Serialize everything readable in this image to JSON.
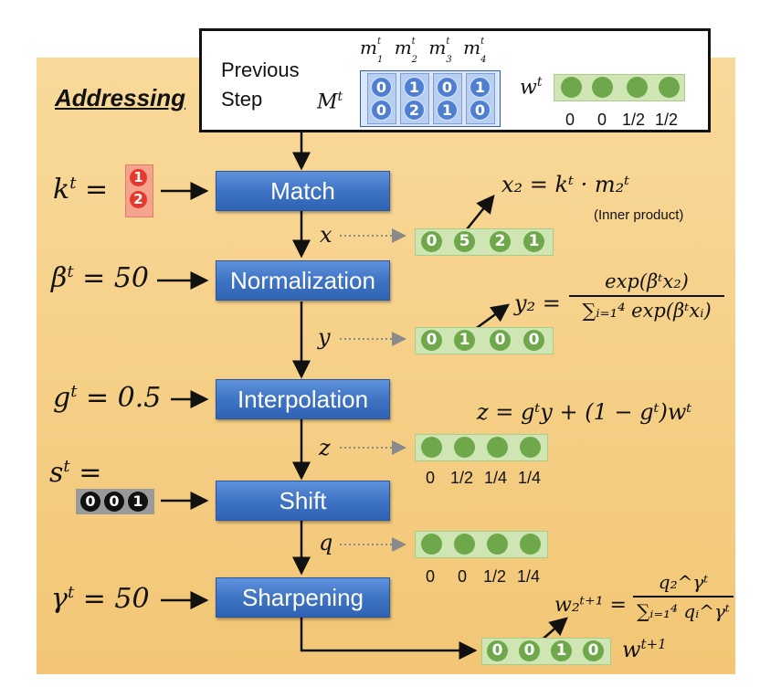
{
  "title": "Addressing",
  "previous_step": {
    "label_line1": "Previous",
    "label_line2": "Step",
    "memory_label": "M",
    "memory_sup": "t",
    "columns": [
      {
        "name": "m",
        "sub": "1",
        "sup": "t"
      },
      {
        "name": "m",
        "sub": "2",
        "sup": "t"
      },
      {
        "name": "m",
        "sub": "3",
        "sup": "t"
      },
      {
        "name": "m",
        "sub": "4",
        "sup": "t"
      }
    ],
    "memory_rows": [
      [
        "0",
        "1",
        "0",
        "1"
      ],
      [
        "0",
        "2",
        "1",
        "0"
      ]
    ],
    "weight_label": "w",
    "weight_sup": "t",
    "weight_values": [
      "0",
      "0",
      "1/2",
      "1/2"
    ]
  },
  "steps": [
    {
      "label": "Match"
    },
    {
      "label": "Normalization"
    },
    {
      "label": "Interpolation"
    },
    {
      "label": "Shift"
    },
    {
      "label": "Sharpening"
    }
  ],
  "inputs": {
    "k": {
      "symbol": "k",
      "sup": "t",
      "eq": "=",
      "values": [
        "1",
        "2"
      ]
    },
    "beta": {
      "symbol": "β",
      "sup": "t",
      "eq": "= 50"
    },
    "g": {
      "symbol": "g",
      "sup": "t",
      "eq": "= 0.5"
    },
    "s": {
      "symbol": "s",
      "sup": "t",
      "eq": "=",
      "values": [
        "0",
        "0",
        "1"
      ]
    },
    "gamma": {
      "symbol": "γ",
      "sup": "t",
      "eq": "= 50"
    }
  },
  "vectors": {
    "x": {
      "label": "x",
      "values": [
        "0",
        "5",
        "2",
        "1"
      ]
    },
    "y": {
      "label": "y",
      "values": [
        "0",
        "1",
        "0",
        "0"
      ]
    },
    "z": {
      "label": "z",
      "values": [
        "0",
        "1/2",
        "1/4",
        "1/4"
      ]
    },
    "q": {
      "label": "q",
      "values": [
        "0",
        "0",
        "1/2",
        "1/4"
      ]
    },
    "w_next": {
      "label": "w",
      "sup": "t+1",
      "values": [
        "0",
        "0",
        "1",
        "0"
      ]
    }
  },
  "formulas": {
    "x2": "x₂ = kᵗ · m₂ᵗ",
    "x2_note": "(Inner product)",
    "y2_lhs": "y₂ =",
    "y2_num": "exp(βᵗx₂)",
    "y2_den": "∑ᵢ₌₁⁴ exp(βᵗxᵢ)",
    "z": "z = gᵗy + (1 − gᵗ)wᵗ",
    "w2_lhs": "w₂ᵗ⁺¹ =",
    "w2_num": "q₂^γᵗ",
    "w2_den": "∑ᵢ₌₁⁴ qᵢ^γᵗ"
  },
  "colors": {
    "panel": "#f5cf86",
    "step_box": "#3f74c4",
    "vector_bg": "#cfe6b4",
    "vector_dot": "#6ea84a",
    "memory_dot": "#4e7fd0",
    "key_dot": "#e8372c"
  }
}
